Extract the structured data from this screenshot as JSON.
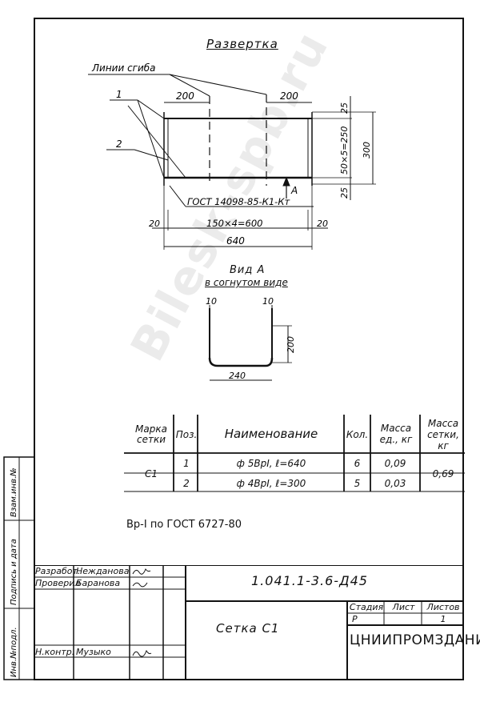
{
  "drawing": {
    "title": "Развертка",
    "bend_lines_label": "Линии сгиба",
    "callout_1": "1",
    "callout_2": "2",
    "dim_top_left": "200",
    "dim_top_right": "200",
    "dim_right_25_top": "25",
    "dim_right_pitch": "50×5=250",
    "dim_right_total": "300",
    "dim_right_25_bottom": "25",
    "view_marker": "A",
    "gost_label": "ГОСТ 14098-85-К1-Кт",
    "dim_left_20": "20",
    "dim_bottom_pitch": "150×4=600",
    "dim_right_20": "20",
    "dim_total_width": "640"
  },
  "view": {
    "title": "Вид А",
    "subtitle": "в согнутом виде",
    "dim_left_10": "10",
    "dim_right_10": "10",
    "dim_height": "200",
    "dim_width": "240"
  },
  "spec_table": {
    "headers": {
      "mark": "Марка сетки",
      "pos": "Поз.",
      "name": "Наименование",
      "qty": "Кол.",
      "unit_mass": "Масса ед., кг",
      "mesh_mass": "Масса сетки, кг"
    },
    "mark": "С1",
    "mesh_mass": "0,69",
    "rows": [
      {
        "pos": "1",
        "name": "ф 5ВрI, ℓ=640",
        "qty": "6",
        "unit_mass": "0,09"
      },
      {
        "pos": "2",
        "name": "ф 4ВрI, ℓ=300",
        "qty": "5",
        "unit_mass": "0,03"
      }
    ]
  },
  "note": "Вр-I по ГОСТ 6727-80",
  "title_block": {
    "row1_role": "Разработ.",
    "row1_name": "Нежданова",
    "row2_role": "Проверил",
    "row2_name": "Баранова",
    "row3_role": "Н.контр.",
    "row3_name": "Музыко",
    "doc_code": "1.041.1-3.6-Д45",
    "sheet_title": "Сетка С1",
    "stage_h": "Стадия",
    "sheet_h": "Лист",
    "sheets_h": "Листов",
    "stage": "Р",
    "sheets": "1",
    "org": "ЦНИИПРОМЗДАНИЙ"
  },
  "side_strip": {
    "inv_no": "Инв.№подл.",
    "sign_date": "Подпись и дата",
    "replace_inv": "Взам.инв.№"
  },
  "watermark": "Bilesk-spb.ru"
}
